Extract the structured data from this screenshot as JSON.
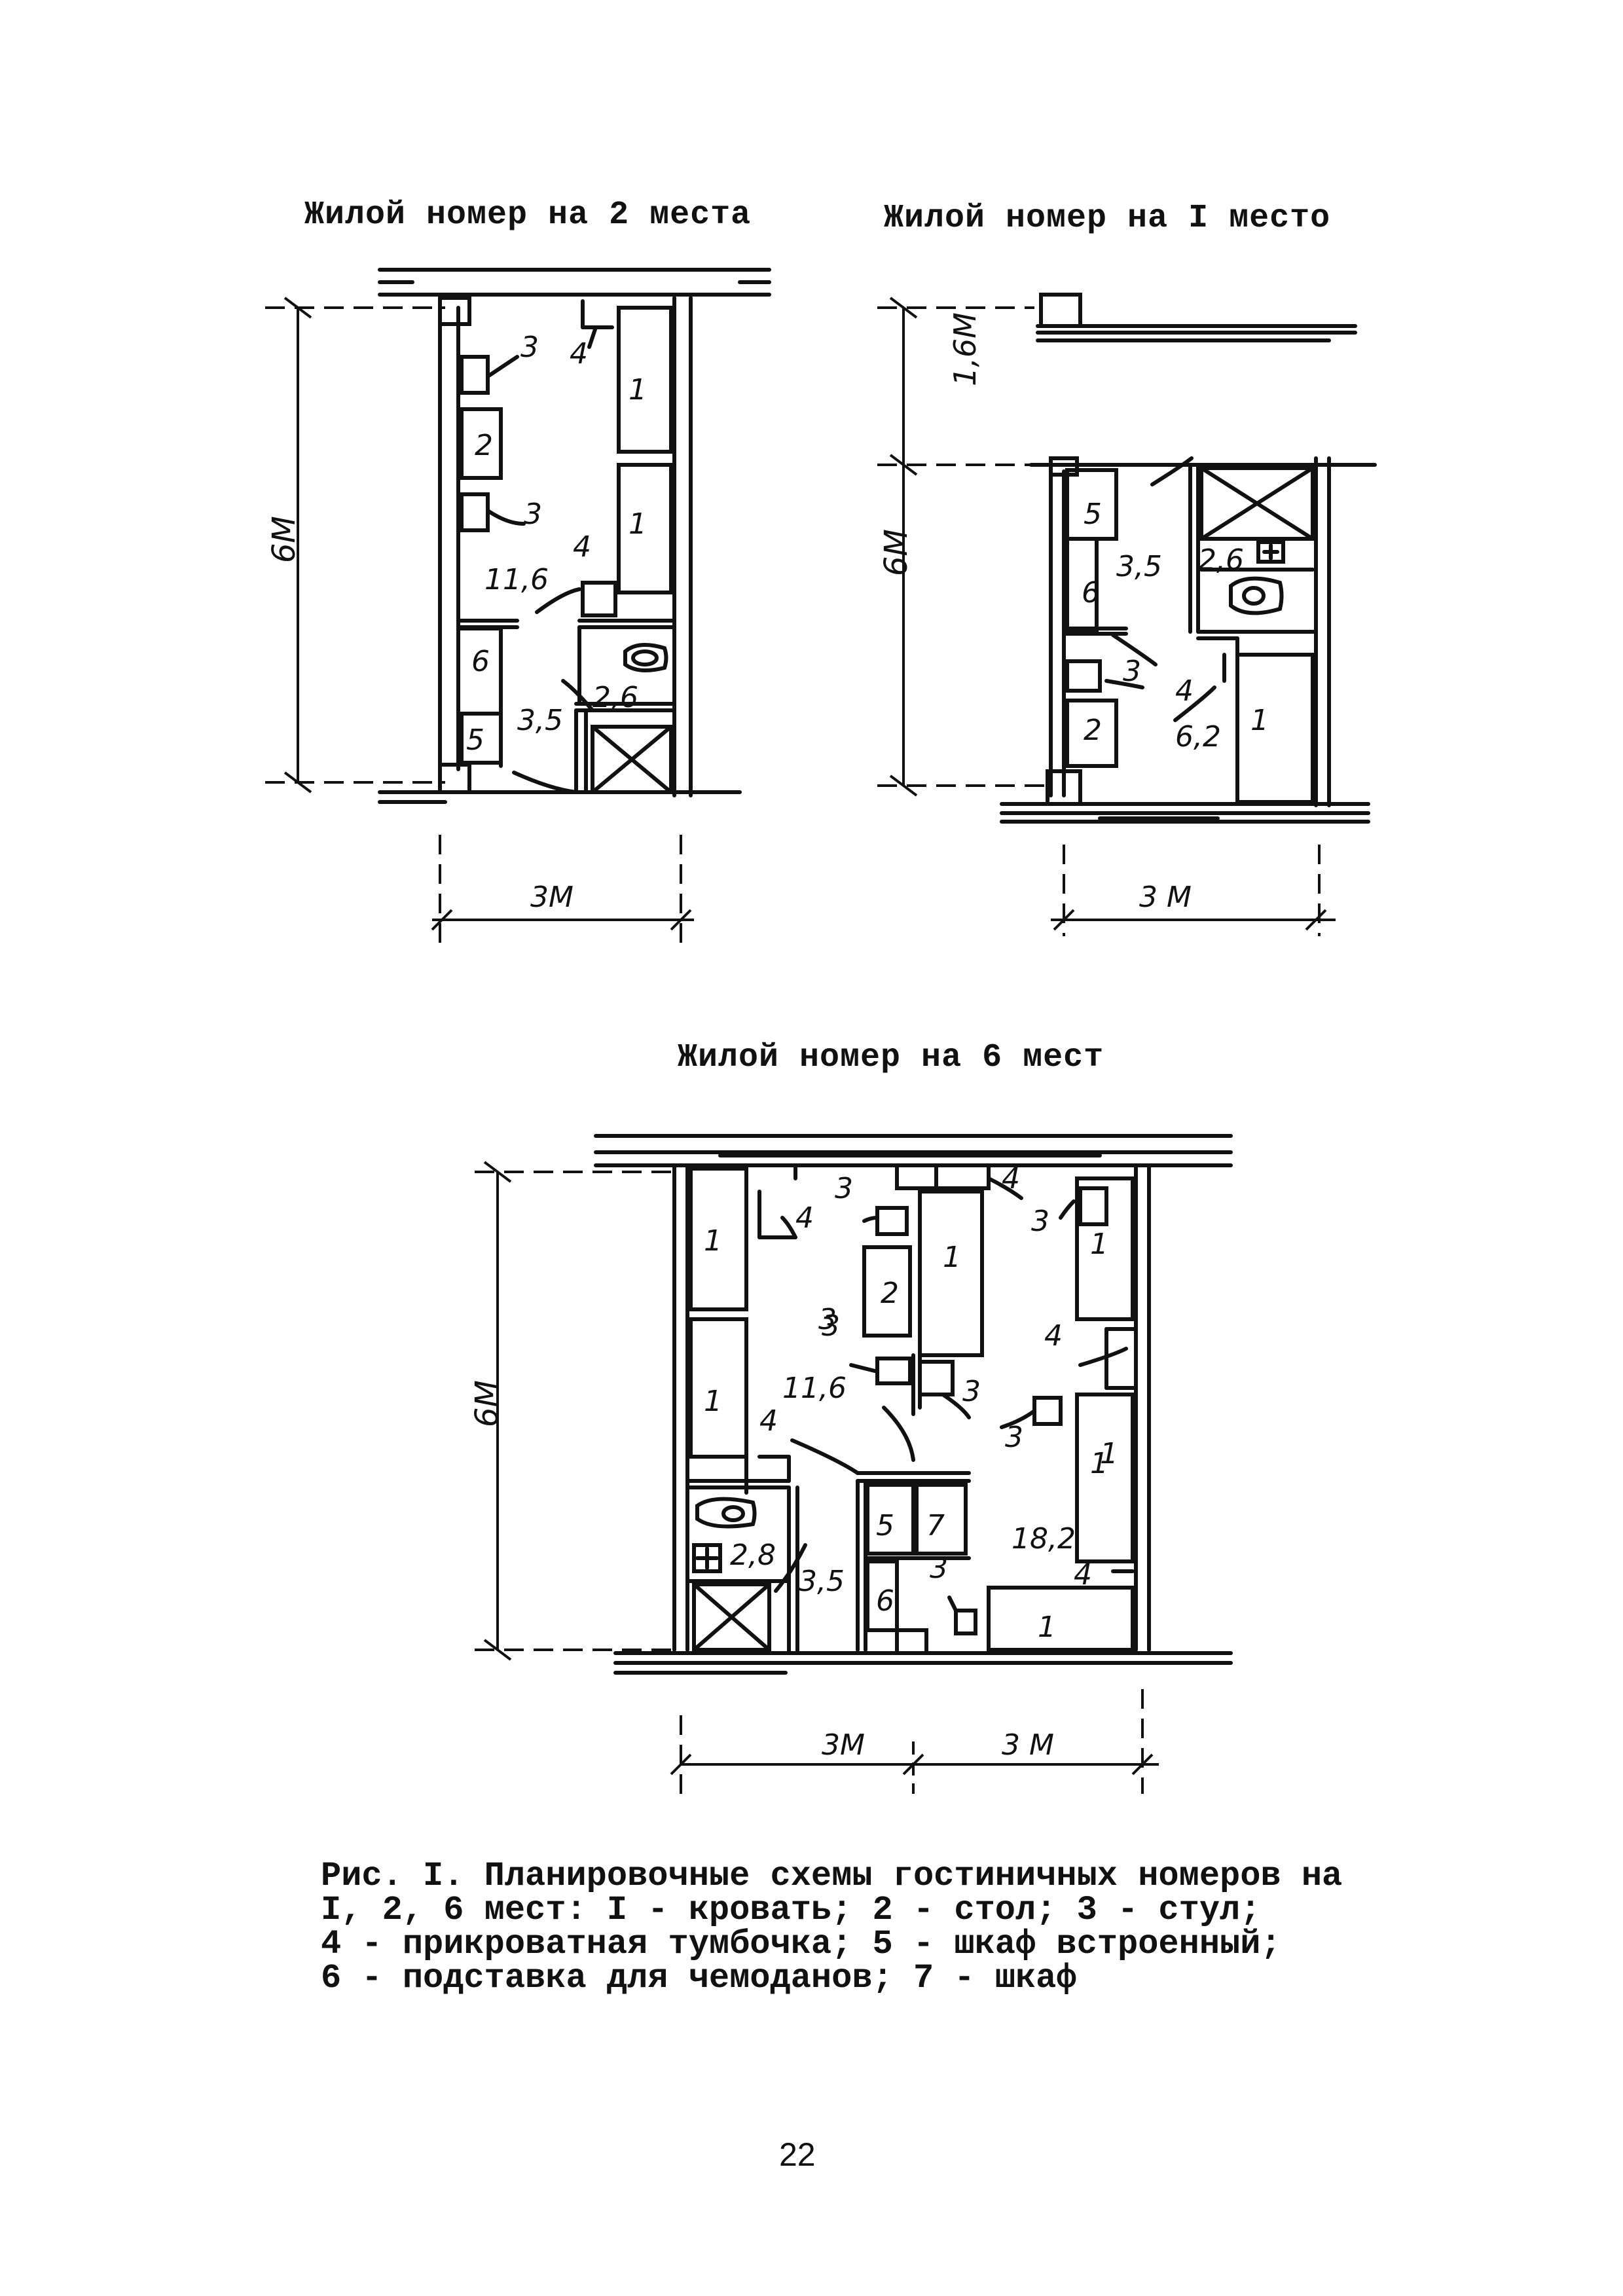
{
  "titles": {
    "room_2": "Жилой номер на 2 места",
    "room_1": "Жилой номер на I место",
    "room_6": "Жилой номер на 6 мест"
  },
  "plan_2": {
    "dim_height": "6М",
    "dim_width": "3М",
    "labels": [
      "3",
      "4",
      "1",
      "2",
      "1",
      "3",
      "4",
      "11,6",
      "6",
      "2,6",
      "5",
      "3,5"
    ]
  },
  "plan_1": {
    "dim_top": "1,6М",
    "dim_height": "6М",
    "dim_width": "3 М",
    "labels": [
      "5",
      "3,5",
      "2,6",
      "6",
      "3",
      "4",
      "6,2",
      "2",
      "1"
    ]
  },
  "plan_6": {
    "dim_height": "6М",
    "dim_width_left": "3М",
    "dim_width_right": "3 М",
    "labels": [
      "4",
      "3",
      "4",
      "1",
      "3",
      "2",
      "1",
      "3",
      "1",
      "1",
      "4",
      "3",
      "11,6",
      "3",
      "1",
      "4",
      "3",
      "5",
      "7",
      "1",
      "2,8",
      "3,5",
      "3",
      "18,2",
      "4",
      "6",
      "1"
    ]
  },
  "caption": {
    "lines": [
      "Рис. I. Планировочные схемы гостиничных номеров на",
      "I, 2, 6 мест: I - кровать; 2 - стол; 3 - стул;",
      "4 - прикроватная тумбочка; 5 - шкаф встроенный;",
      "6 - подставка для чемоданов; 7 - шкаф"
    ]
  },
  "page_number": "22"
}
